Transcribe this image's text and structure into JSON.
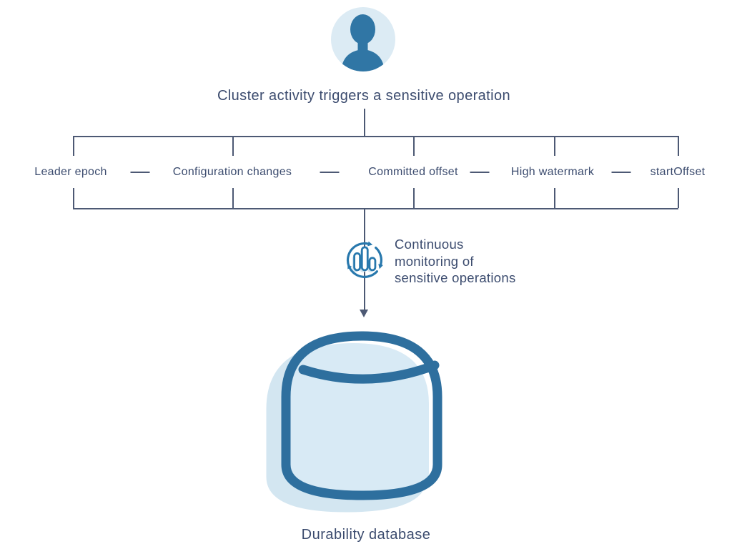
{
  "diagram": {
    "title": "Cluster activity triggers a sensitive operation",
    "branches": [
      "Leader epoch",
      "Configuration changes",
      "Committed offset",
      "High watermark",
      "startOffset"
    ],
    "monitor_caption_lines": [
      "Continuous",
      "monitoring of",
      "sensitive operations"
    ],
    "database_label": "Durability database",
    "icons": {
      "avatar": "person-icon",
      "monitor": "cycle-monitoring-bars-icon",
      "database": "database-cylinder-icon",
      "arrow": "down-arrow"
    },
    "colors": {
      "text": "#3b4b6e",
      "line": "#4d5974",
      "icon_blue": "#2878ad",
      "avatar_person": "#3076a5",
      "avatar_background": "#dcebf4",
      "light_fill": "#d8eaf5",
      "soft_shadow": "#d3e6f1",
      "cylinder_stroke": "#2e6f9e",
      "background": "#ffffff"
    }
  }
}
